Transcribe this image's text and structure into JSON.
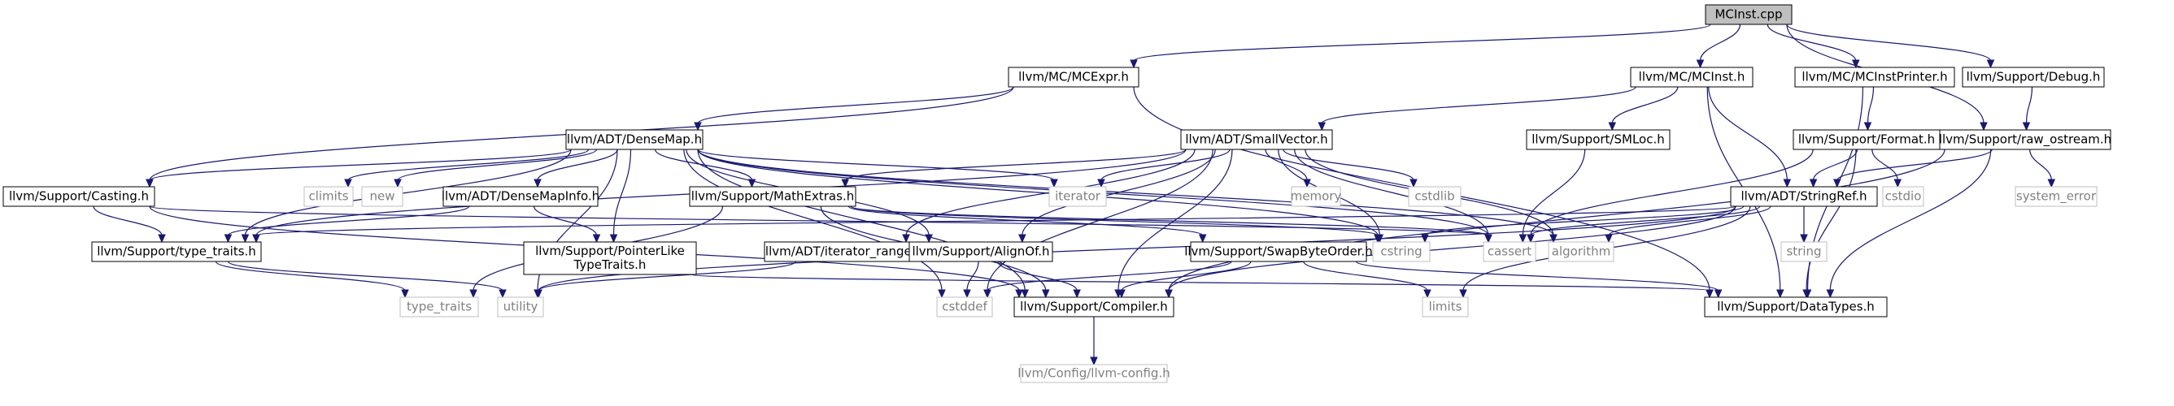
{
  "colors": {
    "edge": "#191970",
    "internal_border": "#000000",
    "external_border": "#bfbfbf",
    "external_text": "#808080",
    "root_fill": "#bfbfbf"
  },
  "nodes": [
    {
      "id": "mcinst_cpp",
      "label": "MCInst.cpp",
      "kind": "root"
    },
    {
      "id": "mcexpr",
      "label": "llvm/MC/MCExpr.h",
      "kind": "internal"
    },
    {
      "id": "mcinst_h",
      "label": "llvm/MC/MCInst.h",
      "kind": "internal"
    },
    {
      "id": "mcinstprinter",
      "label": "llvm/MC/MCInstPrinter.h",
      "kind": "internal"
    },
    {
      "id": "debug",
      "label": "llvm/Support/Debug.h",
      "kind": "internal"
    },
    {
      "id": "densemap",
      "label": "llvm/ADT/DenseMap.h",
      "kind": "internal"
    },
    {
      "id": "smallvector",
      "label": "llvm/ADT/SmallVector.h",
      "kind": "internal"
    },
    {
      "id": "smloc",
      "label": "llvm/Support/SMLoc.h",
      "kind": "internal"
    },
    {
      "id": "format",
      "label": "llvm/Support/Format.h",
      "kind": "internal"
    },
    {
      "id": "raw_ostream",
      "label": "llvm/Support/raw_ostream.h",
      "kind": "internal"
    },
    {
      "id": "casting",
      "label": "llvm/Support/Casting.h",
      "kind": "internal"
    },
    {
      "id": "climits",
      "label": "climits",
      "kind": "external"
    },
    {
      "id": "new",
      "label": "new",
      "kind": "external"
    },
    {
      "id": "densemapinfo",
      "label": "llvm/ADT/DenseMapInfo.h",
      "kind": "internal"
    },
    {
      "id": "mathextras",
      "label": "llvm/Support/MathExtras.h",
      "kind": "internal"
    },
    {
      "id": "iterator",
      "label": "iterator",
      "kind": "external"
    },
    {
      "id": "memory",
      "label": "memory",
      "kind": "external"
    },
    {
      "id": "cstdlib",
      "label": "cstdlib",
      "kind": "external"
    },
    {
      "id": "cstdio",
      "label": "cstdio",
      "kind": "external"
    },
    {
      "id": "stringref",
      "label": "llvm/ADT/StringRef.h",
      "kind": "internal"
    },
    {
      "id": "system_error",
      "label": "system_error",
      "kind": "external"
    },
    {
      "id": "type_traits_h",
      "label": "llvm/Support/type_traits.h",
      "kind": "internal"
    },
    {
      "id": "pointerlike",
      "label": [
        "llvm/Support/PointerLike",
        "TypeTraits.h"
      ],
      "kind": "internal"
    },
    {
      "id": "iterator_range",
      "label": "llvm/ADT/iterator_range.h",
      "kind": "internal"
    },
    {
      "id": "alignof",
      "label": "llvm/Support/AlignOf.h",
      "kind": "internal"
    },
    {
      "id": "swapbyteorder",
      "label": "llvm/Support/SwapByteOrder.h",
      "kind": "internal"
    },
    {
      "id": "cstring",
      "label": "cstring",
      "kind": "external"
    },
    {
      "id": "cassert",
      "label": "cassert",
      "kind": "external"
    },
    {
      "id": "algorithm",
      "label": "algorithm",
      "kind": "external"
    },
    {
      "id": "string",
      "label": "string",
      "kind": "external"
    },
    {
      "id": "type_traits",
      "label": "type_traits",
      "kind": "external"
    },
    {
      "id": "utility",
      "label": "utility",
      "kind": "external"
    },
    {
      "id": "cstddef",
      "label": "cstddef",
      "kind": "external"
    },
    {
      "id": "compiler",
      "label": "llvm/Support/Compiler.h",
      "kind": "internal"
    },
    {
      "id": "limits",
      "label": "limits",
      "kind": "external"
    },
    {
      "id": "datatypes",
      "label": "llvm/Support/DataTypes.h",
      "kind": "internal"
    },
    {
      "id": "llvm_config",
      "label": "llvm/Config/llvm-config.h",
      "kind": "external"
    }
  ],
  "edges": [
    [
      "mcinst_cpp",
      "mcexpr"
    ],
    [
      "mcinst_cpp",
      "mcinst_h"
    ],
    [
      "mcinst_cpp",
      "mcinstprinter"
    ],
    [
      "mcinst_cpp",
      "debug"
    ],
    [
      "mcinst_cpp",
      "raw_ostream"
    ],
    [
      "mcexpr",
      "densemap"
    ],
    [
      "mcexpr",
      "casting"
    ],
    [
      "mcexpr",
      "datatypes"
    ],
    [
      "mcinst_h",
      "smallvector"
    ],
    [
      "mcinst_h",
      "smloc"
    ],
    [
      "mcinst_h",
      "stringref"
    ],
    [
      "mcinst_h",
      "datatypes"
    ],
    [
      "mcinstprinter",
      "format"
    ],
    [
      "mcinstprinter",
      "datatypes"
    ],
    [
      "debug",
      "raw_ostream"
    ],
    [
      "densemap",
      "casting"
    ],
    [
      "densemap",
      "climits"
    ],
    [
      "densemap",
      "new"
    ],
    [
      "densemap",
      "densemapinfo"
    ],
    [
      "densemap",
      "mathextras"
    ],
    [
      "densemap",
      "iterator"
    ],
    [
      "densemap",
      "type_traits_h"
    ],
    [
      "densemap",
      "pointerlike"
    ],
    [
      "densemap",
      "alignof"
    ],
    [
      "densemap",
      "cstring"
    ],
    [
      "densemap",
      "cassert"
    ],
    [
      "densemap",
      "algorithm"
    ],
    [
      "densemap",
      "utility"
    ],
    [
      "densemap",
      "cstddef"
    ],
    [
      "densemap",
      "compiler"
    ],
    [
      "smallvector",
      "mathextras"
    ],
    [
      "smallvector",
      "iterator"
    ],
    [
      "smallvector",
      "memory"
    ],
    [
      "smallvector",
      "cstdlib"
    ],
    [
      "smallvector",
      "type_traits_h"
    ],
    [
      "smallvector",
      "iterator_range"
    ],
    [
      "smallvector",
      "alignof"
    ],
    [
      "smallvector",
      "cstring"
    ],
    [
      "smallvector",
      "cassert"
    ],
    [
      "smallvector",
      "algorithm"
    ],
    [
      "smallvector",
      "cstddef"
    ],
    [
      "smallvector",
      "compiler"
    ],
    [
      "smloc",
      "cassert"
    ],
    [
      "format",
      "stringref"
    ],
    [
      "format",
      "cstdio"
    ],
    [
      "format",
      "cassert"
    ],
    [
      "format",
      "datatypes"
    ],
    [
      "raw_ostream",
      "stringref"
    ],
    [
      "raw_ostream",
      "system_error"
    ],
    [
      "raw_ostream",
      "compiler"
    ],
    [
      "raw_ostream",
      "datatypes"
    ],
    [
      "casting",
      "type_traits_h"
    ],
    [
      "casting",
      "compiler"
    ],
    [
      "casting",
      "cassert"
    ],
    [
      "densemapinfo",
      "type_traits_h"
    ],
    [
      "densemapinfo",
      "pointerlike"
    ],
    [
      "mathextras",
      "swapbyteorder"
    ],
    [
      "mathextras",
      "type_traits"
    ],
    [
      "mathextras",
      "compiler"
    ],
    [
      "mathextras",
      "cassert"
    ],
    [
      "mathextras",
      "cstring"
    ],
    [
      "stringref",
      "cassert"
    ],
    [
      "stringref",
      "cstring"
    ],
    [
      "stringref",
      "algorithm"
    ],
    [
      "stringref",
      "string"
    ],
    [
      "stringref",
      "limits"
    ],
    [
      "stringref",
      "utility"
    ],
    [
      "stringref",
      "compiler"
    ],
    [
      "stringref",
      "type_traits_h"
    ],
    [
      "type_traits_h",
      "type_traits"
    ],
    [
      "type_traits_h",
      "utility"
    ],
    [
      "pointerlike",
      "datatypes"
    ],
    [
      "iterator_range",
      "utility"
    ],
    [
      "alignof",
      "compiler"
    ],
    [
      "alignof",
      "cstddef"
    ],
    [
      "swapbyteorder",
      "compiler"
    ],
    [
      "swapbyteorder",
      "datatypes"
    ],
    [
      "swapbyteorder",
      "cstddef"
    ],
    [
      "swapbyteorder",
      "limits"
    ],
    [
      "compiler",
      "llvm_config"
    ]
  ]
}
